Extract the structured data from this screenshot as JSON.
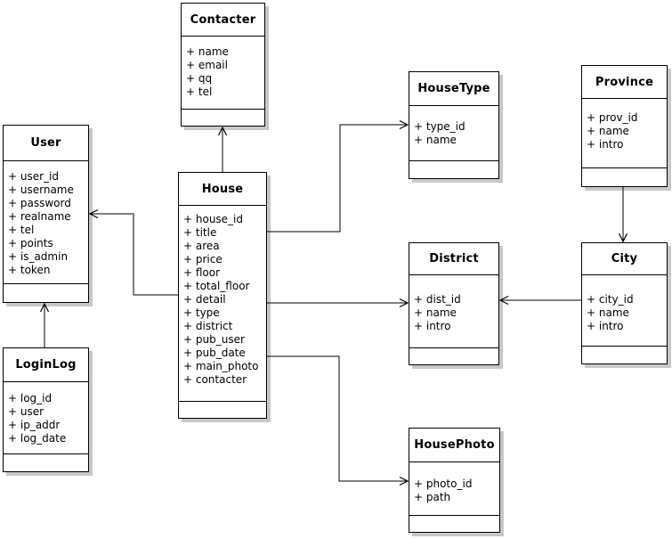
{
  "diagram": {
    "background": "#ffffff",
    "box_fill": "#ffffff",
    "box_border": "#000000",
    "line_color": "#000000",
    "shadow_color": "#c8c8c8",
    "text_color": "#000000"
  },
  "entities": [
    {
      "name": "Contacter",
      "attributes": [
        "+ name",
        "+ email",
        "+ qq",
        "+ tel"
      ]
    },
    {
      "name": "User",
      "attributes": [
        "+ user_id",
        "+ username",
        "+ password",
        "+ realname",
        "+ tel",
        "+ points",
        "+ is_admin",
        "+ token"
      ]
    },
    {
      "name": "House",
      "attributes": [
        "+ house_id",
        "+ title",
        "+ area",
        "+ price",
        "+ floor",
        "+ total_floor",
        "+ detail",
        "+ type",
        "+ district",
        "+ pub_user",
        "+ pub_date",
        "+ main_photo",
        "+ contacter"
      ]
    },
    {
      "name": "HouseType",
      "attributes": [
        "+ type_id",
        "+ name"
      ]
    },
    {
      "name": "Province",
      "attributes": [
        "+ prov_id",
        "+ name",
        "+ intro"
      ]
    },
    {
      "name": "District",
      "attributes": [
        "+ dist_id",
        "+ name",
        "+ intro"
      ]
    },
    {
      "name": "City",
      "attributes": [
        "+ city_id",
        "+ name",
        "+ intro"
      ]
    },
    {
      "name": "LoginLog",
      "attributes": [
        "+ log_id",
        "+ user",
        "+ ip_addr",
        "+ log_date"
      ]
    },
    {
      "name": "HousePhoto",
      "attributes": [
        "+ photo_id",
        "+ path"
      ]
    }
  ],
  "relationships": [
    {
      "from": "House",
      "to": "Contacter",
      "arrow": "open"
    },
    {
      "from": "House",
      "to": "User",
      "arrow": "open"
    },
    {
      "from": "House",
      "to": "HouseType",
      "arrow": "open"
    },
    {
      "from": "House",
      "to": "District",
      "arrow": "open"
    },
    {
      "from": "House",
      "to": "HousePhoto",
      "arrow": "open"
    },
    {
      "from": "Province",
      "to": "City",
      "arrow": "open"
    },
    {
      "from": "City",
      "to": "District",
      "arrow": "open"
    },
    {
      "from": "LoginLog",
      "to": "User",
      "arrow": "open"
    }
  ]
}
